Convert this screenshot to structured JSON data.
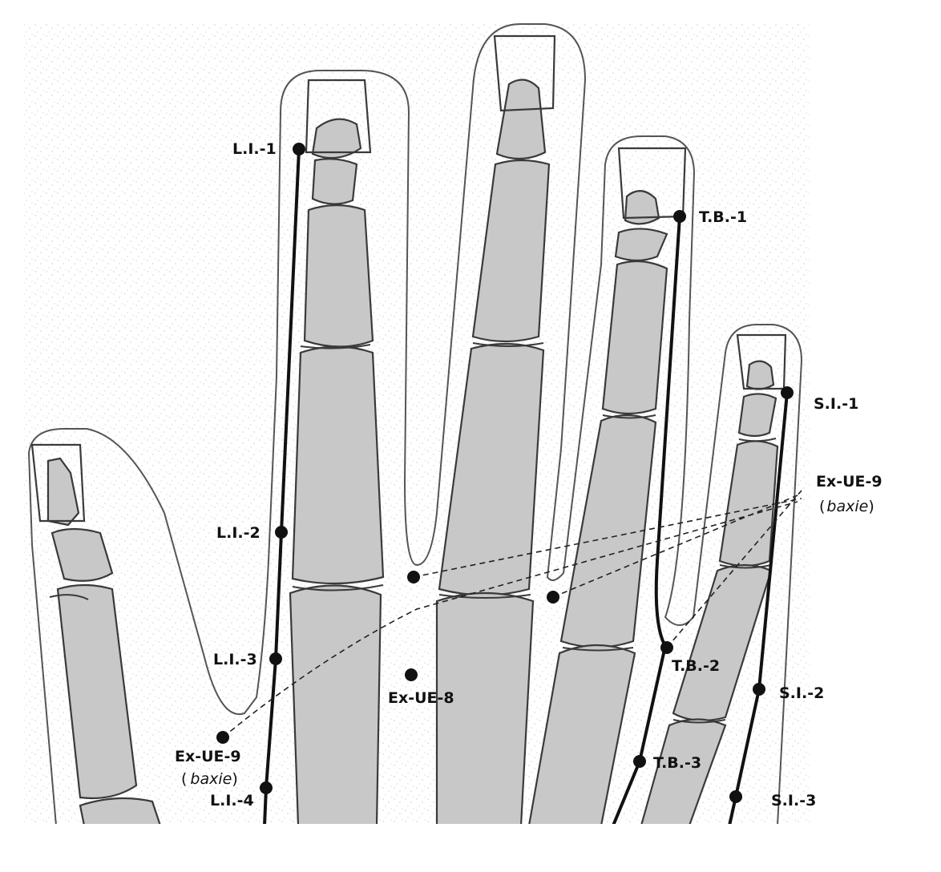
{
  "diagram": {
    "points": [
      {
        "id": "li1",
        "label": "L.I.-1"
      },
      {
        "id": "li2",
        "label": "L.I.-2"
      },
      {
        "id": "li3",
        "label": "L.I.-3"
      },
      {
        "id": "li4",
        "label": "L.I.-4"
      },
      {
        "id": "ex8",
        "label": "Ex-UE-8"
      },
      {
        "id": "ex9l",
        "label": "Ex-UE-9",
        "sub_paren_open": "(",
        "sub_italic": "baxie",
        "sub_paren_close": ")"
      },
      {
        "id": "ex9r",
        "label": "Ex-UE-9",
        "sub_paren_open": "(",
        "sub_italic": "baxie",
        "sub_paren_close": ")"
      },
      {
        "id": "tb1",
        "label": "T.B.-1"
      },
      {
        "id": "tb2",
        "label": "T.B.-2"
      },
      {
        "id": "tb3",
        "label": "T.B.-3"
      },
      {
        "id": "si1",
        "label": "S.I.-1"
      },
      {
        "id": "si2",
        "label": "S.I.-2"
      },
      {
        "id": "si3",
        "label": "S.I.-3"
      }
    ],
    "colors": {
      "bone": "#c8c8c8",
      "line": "#111111",
      "outline": "#555555"
    }
  }
}
